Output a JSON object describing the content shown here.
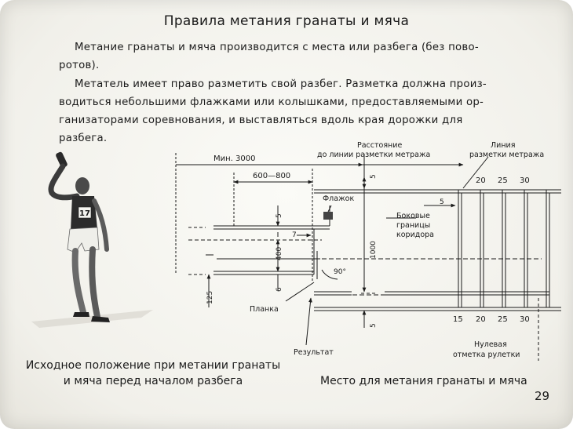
{
  "title": "Правила метания гранаты и мяча",
  "paragraphs": {
    "p1_line1": "Метание гранаты и мяча производится с места или разбега (без пово-",
    "p1_line2": "ротов).",
    "p2_line1": "Метатель имеет право разметить свой разбег. Разметка должна произ-",
    "p2_line2": "водиться небольшими флажками или колышками, предоставляемыми ор-",
    "p2_line3": "ганизаторами соревнования, и выставляться вдоль края дорожки для",
    "p2_line4": "разбега."
  },
  "captions": {
    "left_line1": "Исходное положение при метании гранаты",
    "left_line2": "и мяча перед началом разбега",
    "right": "Место для метания гранаты и мяча"
  },
  "page_number": "29",
  "athlete": {
    "bib_number": "17"
  },
  "diagram": {
    "min_label": "Мин. 3000",
    "range_label": "600—800",
    "distance_label_1": "Расстояние",
    "distance_label_2": "до линии разметки метража",
    "line_label_1": "Линия",
    "line_label_2": "разметки метража",
    "flag_label": "Флажок",
    "side_label_1": "Боковые",
    "side_label_2": "границы",
    "side_label_3": "коридора",
    "plank_label": "Планка",
    "result_label": "Результат",
    "zero_label_1": "Нулевая",
    "zero_label_2": "отметка рулетки",
    "dim_5": "5",
    "dim_400": "400",
    "dim_1000": "1000",
    "dim_7": "7",
    "dim_125": "125",
    "dim_6": "6",
    "angle_90": "90°",
    "top_marks": [
      "20",
      "25",
      "30"
    ],
    "bottom_marks": [
      "15",
      "20",
      "25",
      "30"
    ]
  }
}
